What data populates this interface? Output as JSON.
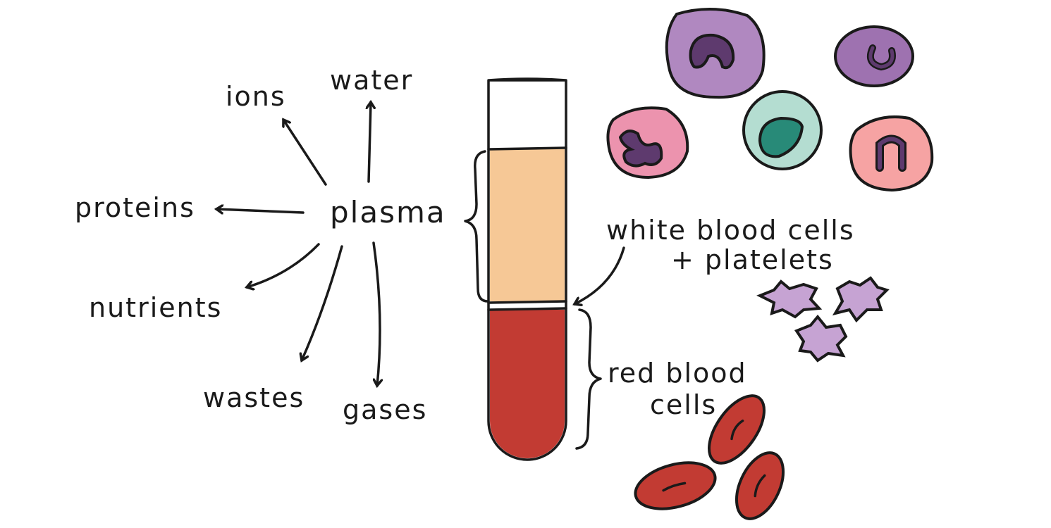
{
  "labels": {
    "ions": "ions",
    "water": "water",
    "proteins": "proteins",
    "plasma": "plasma",
    "nutrients": "nutrients",
    "wastes": "wastes",
    "gases": "gases",
    "wbc_line1": "white blood cells",
    "wbc_line2": "+ platelets",
    "rbc_line1": "red blood",
    "rbc_line2": "cells"
  },
  "colors": {
    "plasma": "#F6C896",
    "red_blood": "#C23B33",
    "purple_cell": "#B088C0",
    "nucleus_dark": "#5E3A6E",
    "teal_cell": "#B4DDD1",
    "teal_nucleus": "#288A78",
    "pink_cell": "#EC93AE",
    "salmon_cell": "#F6A3A3",
    "platelet": "#C6A3D3"
  }
}
